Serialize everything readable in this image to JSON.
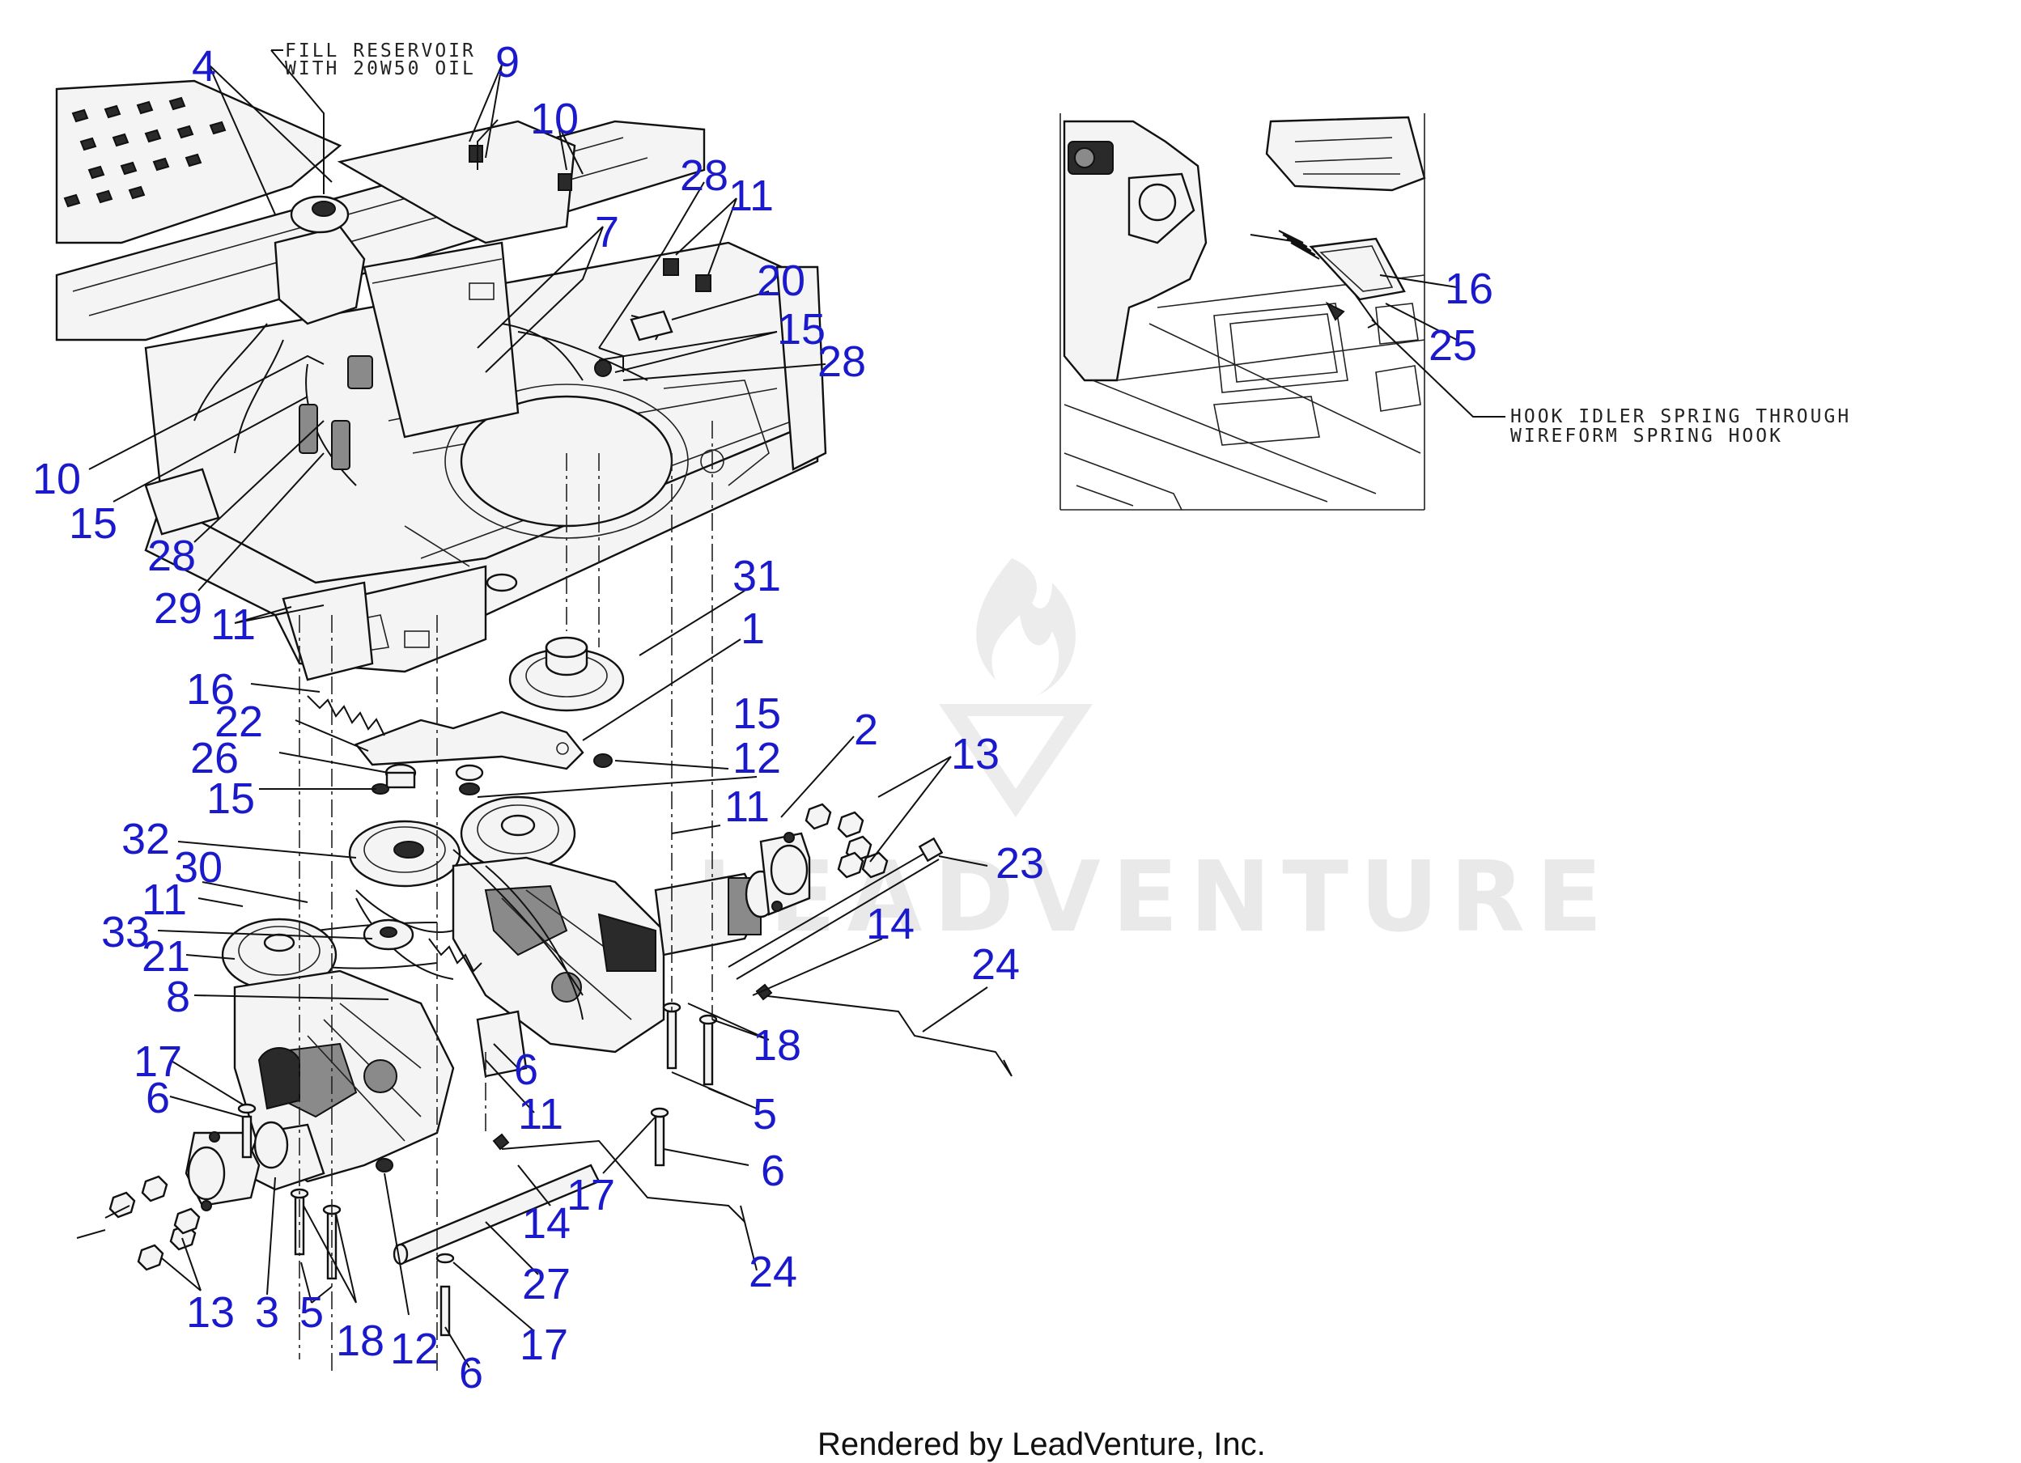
{
  "notes": {
    "fill_reservoir_line1": "FILL RESERVOIR",
    "fill_reservoir_line2": "WITH 20W50 OIL",
    "hook_spring_line1": "HOOK IDLER SPRING THROUGH",
    "hook_spring_line2": "WIREFORM SPRING HOOK"
  },
  "watermark": "LEADVENTURE",
  "footer": "Rendered by LeadVenture, Inc.",
  "callouts": [
    {
      "id": "c4",
      "label": "4"
    },
    {
      "id": "c9",
      "label": "9"
    },
    {
      "id": "c10a",
      "label": "10"
    },
    {
      "id": "c7",
      "label": "7"
    },
    {
      "id": "c28a",
      "label": "28"
    },
    {
      "id": "c11a",
      "label": "11"
    },
    {
      "id": "c20",
      "label": "20"
    },
    {
      "id": "c15a",
      "label": "15"
    },
    {
      "id": "c28b",
      "label": "28"
    },
    {
      "id": "c10b",
      "label": "10"
    },
    {
      "id": "c15b",
      "label": "15"
    },
    {
      "id": "c28c",
      "label": "28"
    },
    {
      "id": "c29",
      "label": "29"
    },
    {
      "id": "c11b",
      "label": "11"
    },
    {
      "id": "c31",
      "label": "31"
    },
    {
      "id": "c1",
      "label": "1"
    },
    {
      "id": "c16a",
      "label": "16"
    },
    {
      "id": "c22",
      "label": "22"
    },
    {
      "id": "c15c",
      "label": "15"
    },
    {
      "id": "c26",
      "label": "26"
    },
    {
      "id": "c12a",
      "label": "12"
    },
    {
      "id": "c2",
      "label": "2"
    },
    {
      "id": "c13a",
      "label": "13"
    },
    {
      "id": "c15d",
      "label": "15"
    },
    {
      "id": "c11c",
      "label": "11"
    },
    {
      "id": "c32",
      "label": "32"
    },
    {
      "id": "c30",
      "label": "30"
    },
    {
      "id": "c23",
      "label": "23"
    },
    {
      "id": "c11d",
      "label": "11"
    },
    {
      "id": "c33",
      "label": "33"
    },
    {
      "id": "c14a",
      "label": "14"
    },
    {
      "id": "c21",
      "label": "21"
    },
    {
      "id": "c24a",
      "label": "24"
    },
    {
      "id": "c8",
      "label": "8"
    },
    {
      "id": "c18a",
      "label": "18"
    },
    {
      "id": "c17a",
      "label": "17"
    },
    {
      "id": "c6a",
      "label": "6"
    },
    {
      "id": "c6b",
      "label": "6"
    },
    {
      "id": "c5a",
      "label": "5"
    },
    {
      "id": "c11e",
      "label": "11"
    },
    {
      "id": "c6c",
      "label": "6"
    },
    {
      "id": "c17b",
      "label": "17"
    },
    {
      "id": "c14b",
      "label": "14"
    },
    {
      "id": "c24b",
      "label": "24"
    },
    {
      "id": "c27",
      "label": "27"
    },
    {
      "id": "c13b",
      "label": "13"
    },
    {
      "id": "c3",
      "label": "3"
    },
    {
      "id": "c5b",
      "label": "5"
    },
    {
      "id": "c18b",
      "label": "18"
    },
    {
      "id": "c12b",
      "label": "12"
    },
    {
      "id": "c6d",
      "label": "6"
    },
    {
      "id": "c17c",
      "label": "17"
    },
    {
      "id": "c16b",
      "label": "16"
    },
    {
      "id": "c25",
      "label": "25"
    }
  ]
}
